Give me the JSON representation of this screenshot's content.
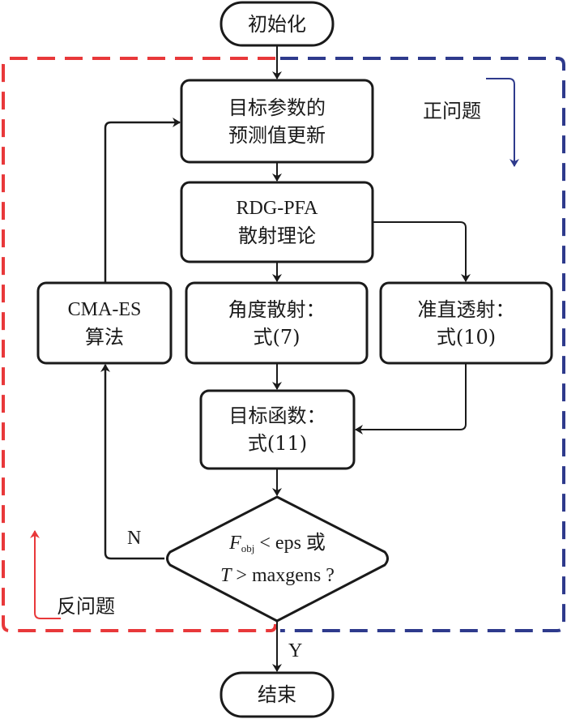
{
  "diagram": {
    "type": "flowchart",
    "colors": {
      "line": "#1a1a1a",
      "inverse_region": "#e8383a",
      "forward_region": "#2e3a8c"
    },
    "nodes": {
      "start": {
        "label": "初始化"
      },
      "update": {
        "line1": "目标参数的",
        "line2": "预测值更新"
      },
      "theory": {
        "line1": "RDG-PFA",
        "line2": "散射理论"
      },
      "cmaes": {
        "line1": "CMA-ES",
        "line2": "算法"
      },
      "angular": {
        "line1": "角度散射：",
        "line2": "式(7)"
      },
      "collimated": {
        "line1": "准直透射：",
        "line2": "式(10)"
      },
      "objective": {
        "line1": "目标函数：",
        "line2": "式(11)"
      },
      "decision": {
        "line1_var": "F",
        "line1_sub": "obj",
        "line1_rest": " < eps 或",
        "line2_var": "T",
        "line2_rest": " > maxgens ?"
      },
      "end": {
        "label": "结束"
      }
    },
    "edge_labels": {
      "no": "N",
      "yes": "Y"
    },
    "regions": {
      "forward": {
        "label": "正问题"
      },
      "inverse": {
        "label": "反问题"
      }
    }
  }
}
